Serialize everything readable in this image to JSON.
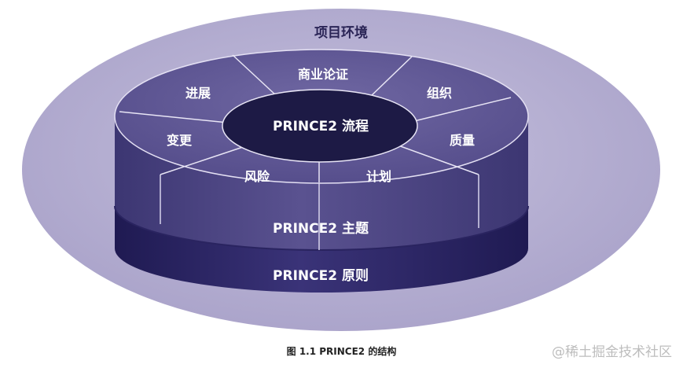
{
  "diagram": {
    "environment_label": "项目环境",
    "center_label": "PRINCE2 流程",
    "themes": {
      "business_case": "商业论证",
      "organization": "组织",
      "quality": "质量",
      "plans": "计划",
      "risk": "风险",
      "change": "变更",
      "progress": "进展"
    },
    "themes_band_label": "PRINCE2 主题",
    "principles_band_label": "PRINCE2 原则"
  },
  "caption": "图 1.1 PRINCE2 的结构",
  "watermark": "@稀土掘金技术社区",
  "colors": {
    "environment_ellipse": "#b8b2d4",
    "themes_top": "#5f5793",
    "themes_side": "#4c4582",
    "principles_band": "#2b2563",
    "center": "#1d1a45",
    "divider": "#ffffff"
  }
}
